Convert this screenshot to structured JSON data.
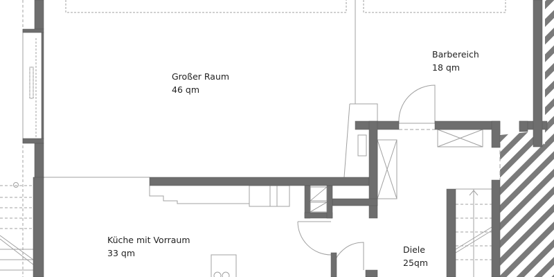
{
  "colors": {
    "wall": "#6e6e6e",
    "line": "#9a9a9a",
    "hatch": "#7a7a7a"
  },
  "rooms": [
    {
      "name": "Großer Raum",
      "area": "46 qm"
    },
    {
      "name": "Barbereich",
      "area": "18 qm"
    },
    {
      "name": "Küche mit Vorraum",
      "area": "33 qm"
    },
    {
      "name": "Diele",
      "area": "25qm"
    }
  ]
}
